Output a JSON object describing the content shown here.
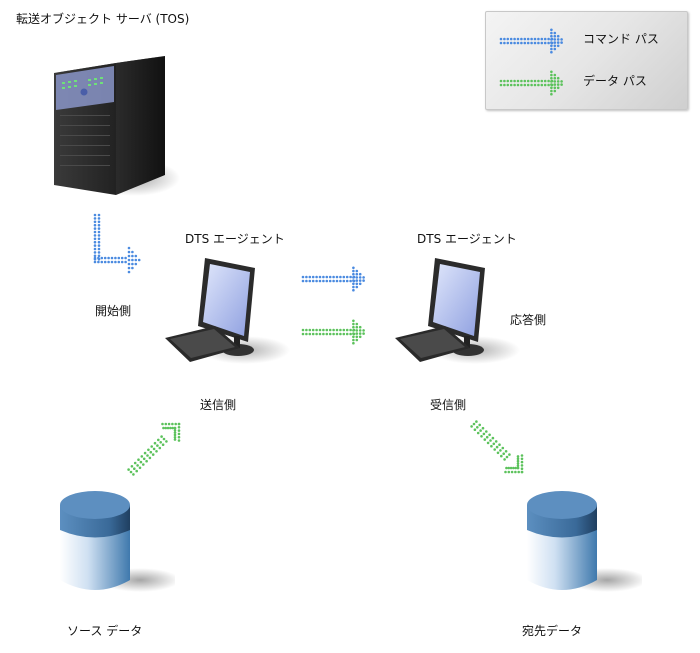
{
  "title": "転送オブジェクト サーバ (TOS)",
  "legend": {
    "items": [
      {
        "label": "コマンド パス",
        "color": "#4a8ae0"
      },
      {
        "label": "データ パス",
        "color": "#5cc25c"
      }
    ]
  },
  "nodes": {
    "server": {
      "label": "転送オブジェクト サーバ (TOS)"
    },
    "sender": {
      "title": "DTS エージェント",
      "role": "送信側"
    },
    "receiver": {
      "title": "DTS エージェント",
      "role": "受信側"
    },
    "initiator_label": "開始側",
    "responder_label": "応答側",
    "source_db": {
      "label": "ソース データ"
    },
    "dest_db": {
      "label": "宛先データ"
    }
  },
  "colors": {
    "command": "#4a8ae0",
    "data": "#5cc25c"
  }
}
